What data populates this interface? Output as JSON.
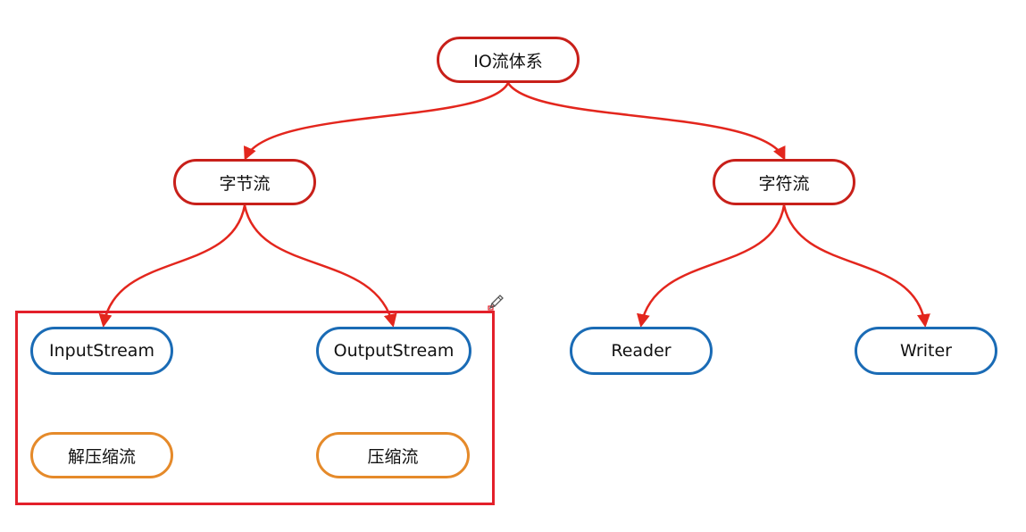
{
  "diagram": {
    "root": {
      "label": "IO流体系"
    },
    "byte_stream": {
      "label": "字节流"
    },
    "char_stream": {
      "label": "字符流"
    },
    "input_stream": {
      "label": "InputStream"
    },
    "output_stream": {
      "label": "OutputStream"
    },
    "reader": {
      "label": "Reader"
    },
    "writer": {
      "label": "Writer"
    },
    "decompress_stream": {
      "label": "解压缩流"
    },
    "compress_stream": {
      "label": "压缩流"
    }
  },
  "colors": {
    "edge": "#e3261d",
    "border_red": "#c8201a",
    "border_blue": "#1a6bb5",
    "border_orange": "#e58a2a",
    "highlight": "#e3202a"
  },
  "icons": {
    "cursor": "pencil-cursor-icon"
  }
}
